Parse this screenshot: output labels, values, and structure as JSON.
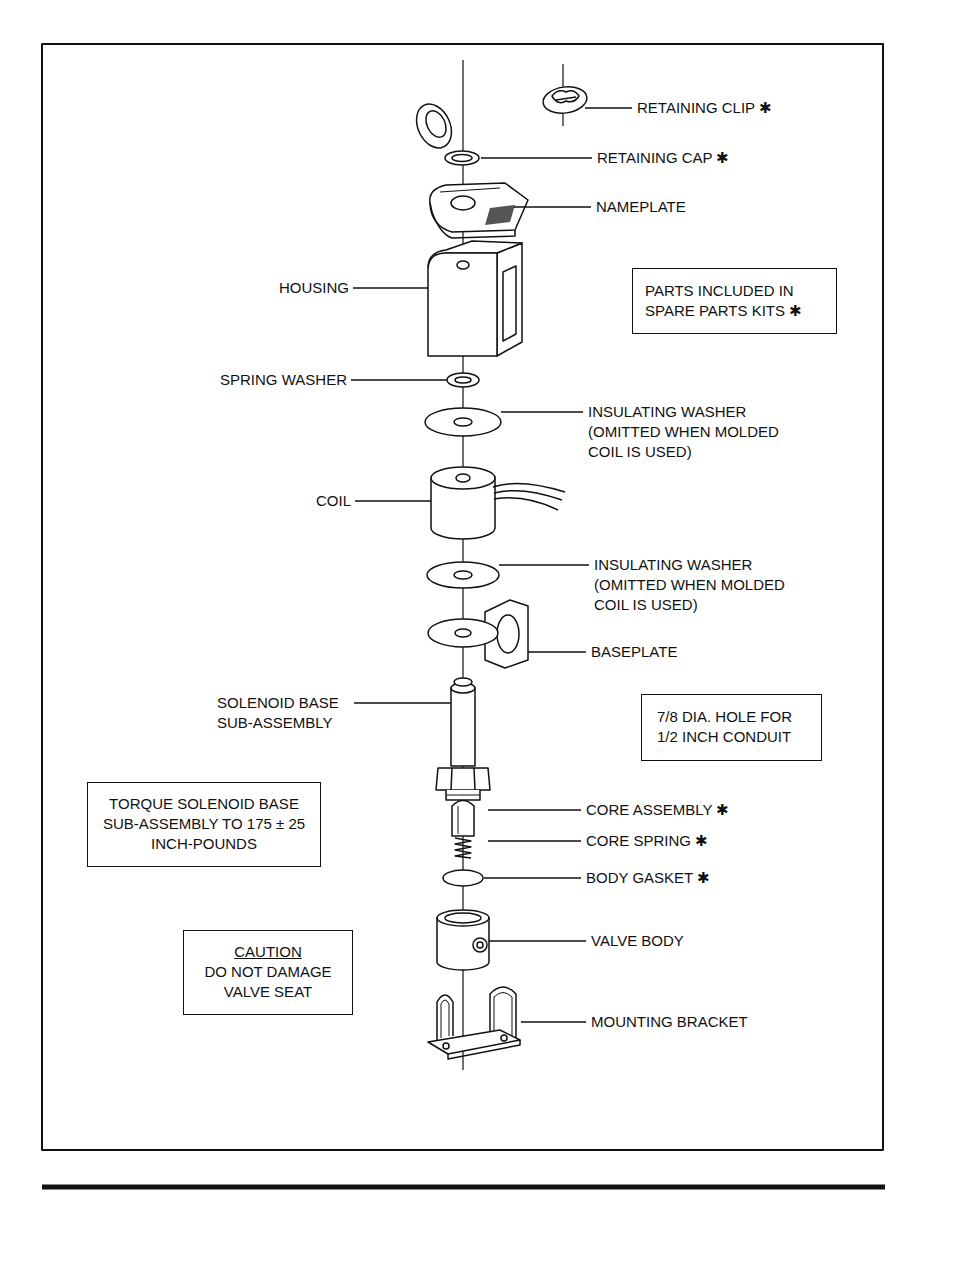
{
  "diagram": {
    "nodes": [
      {
        "text": [
          "PARTS INCLUDED IN SPARE PARTS KITS ✱"
        ]
      },
      {
        "text": [
          "7/8 DIA. HOLE FOR 1/2 INCH CONDUIT"
        ]
      },
      {
        "text": [
          "TORQUE SOLENOID BASE SUB-ASSEMBLY TO 175 ± 25 INCH-POUNDS"
        ]
      },
      {
        "text": [
          "CAUTION",
          "DO NOT DAMAGE VALVE SEAT"
        ]
      }
    ],
    "labels": [
      "RETAINING CLIP ✱",
      "RETAINING CAP ✱",
      "NAMEPLATE",
      "HOUSING",
      "SPRING WASHER",
      "INSULATING WASHER (OMITTED WHEN MOLDED COIL IS USED)",
      "COIL",
      "INSULATING WASHER (OMITTED WHEN MOLDED COIL IS USED)",
      "BASEPLATE",
      "SOLENOID BASE SUB-ASSEMBLY",
      "CORE ASSEMBLY ✱",
      "CORE SPRING ✱",
      "BODY GASKET ✱",
      "VALVE BODY",
      "MOUNTING BRACKET"
    ]
  }
}
